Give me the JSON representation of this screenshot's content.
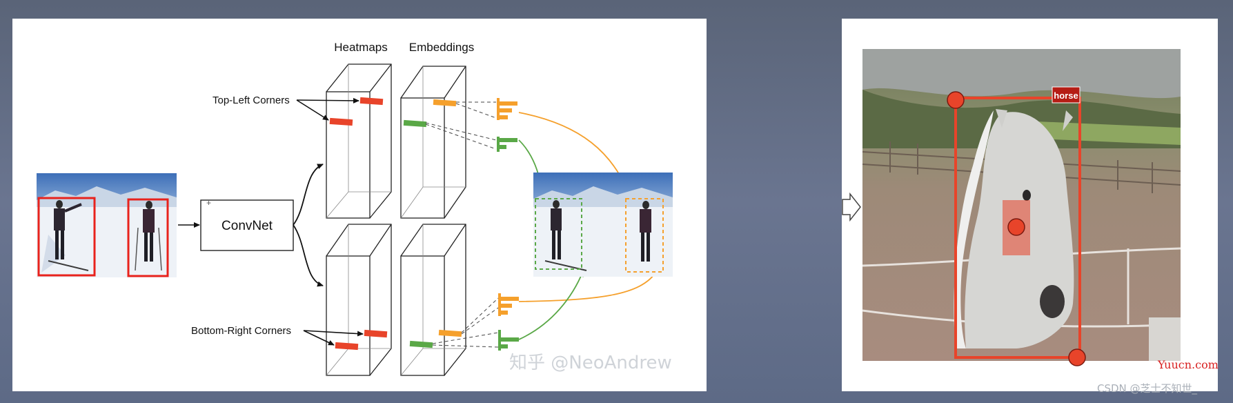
{
  "diagram": {
    "heatmaps_label": "Heatmaps",
    "embeddings_label": "Embeddings",
    "top_left_label": "Top-Left Corners",
    "bottom_right_label": "Bottom-Right Corners",
    "convnet_label": "ConvNet",
    "watermark": "知乎 @NeoAndrew"
  },
  "right": {
    "class_tag": "horse",
    "site_watermark": "Yuucn.com",
    "csdn_watermark": "CSDN @芝士不知世_"
  },
  "colors": {
    "red": "#e8442a",
    "orange": "#f5a02c",
    "green": "#5aa847",
    "box_red": "#e8221c"
  }
}
